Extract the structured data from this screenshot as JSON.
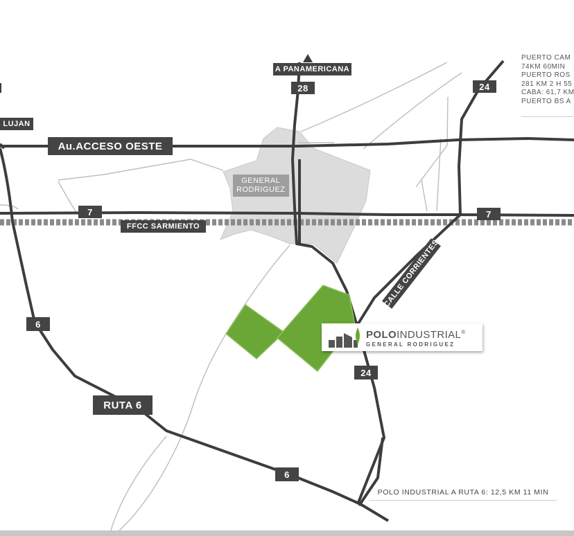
{
  "colors": {
    "road": "#3d3d3d",
    "railway": "#8a8a8a",
    "secondary_road": "#bdbdbd",
    "urban_area": "#dcdcdc",
    "industrial_park": "#6aa737",
    "label_bg": "#444444"
  },
  "map": {
    "icons": [
      "north-arrow-icon",
      "logo-building-icon",
      "logo-leaf-icon"
    ],
    "route_labels": {
      "panamericana": "A PANAMERICANA",
      "route_28": "28",
      "route_24_top": "24",
      "lujan": "LUJAN",
      "acceso_oeste": "Au.ACCESO OESTE",
      "route_7_left": "7",
      "route_7_right": "7",
      "ffcc_sarmiento": "FFCC SARMIENTO",
      "calle_corrientes": "CALLE CORRIENTES",
      "route_6_left": "6",
      "ruta_6": "RUTA 6",
      "route_6_bottom": "6",
      "route_24_bottom": "24"
    },
    "district": {
      "line1": "GENERAL",
      "line2": "RODRIGUEZ"
    },
    "distances": [
      "PUERTO CAM",
      "74KM 60MIN",
      "PUERTO ROS",
      "281 KM 2 H 55",
      "CABA: 61,7 KM",
      "PUERTO BS A"
    ],
    "footnote": "POLO INDUSTRIAL A RUTA 6: 12,5 KM 11 MIN"
  },
  "logo": {
    "name_part1": "POLO",
    "name_part2": "INDUSTRIAL",
    "registered": "®",
    "subtitle": "GENERAL RODRIGUEZ"
  }
}
